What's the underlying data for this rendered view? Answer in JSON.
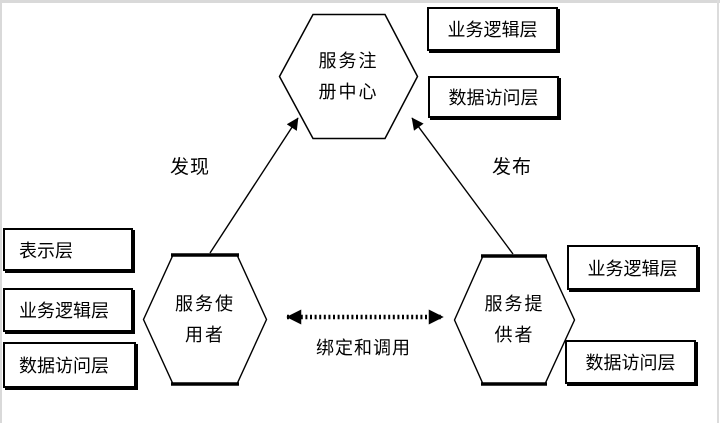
{
  "diagram": {
    "type": "soa-triangle-diagram",
    "nodes": [
      {
        "id": "service-registry",
        "label_lines": [
          "服务注",
          "册中心"
        ]
      },
      {
        "id": "service-consumer",
        "label_lines": [
          "服务使",
          "用者"
        ]
      },
      {
        "id": "service-provider",
        "label_lines": [
          "服务提",
          "供者"
        ]
      }
    ],
    "edges": [
      {
        "id": "discover",
        "label": "发现",
        "from": "service-consumer",
        "to": "service-registry",
        "line_style": "solid",
        "arrows": "single"
      },
      {
        "id": "publish",
        "label": "发布",
        "from": "service-provider",
        "to": "service-registry",
        "line_style": "solid",
        "arrows": "single"
      },
      {
        "id": "bind-invoke",
        "label": "绑定和调用",
        "from": "service-consumer",
        "to": "service-provider",
        "line_style": "dotted-bold",
        "arrows": "double"
      }
    ],
    "layer_boxes": {
      "registry_layers": [
        "业务逻辑层",
        "数据访问层"
      ],
      "consumer_layers": [
        "表示层",
        "业务逻辑层",
        "数据访问层"
      ],
      "provider_layers": [
        "业务逻辑层",
        "数据访问层"
      ]
    },
    "colors": {
      "line": "#000000",
      "shape_fill": "#ffffff",
      "page_border": "#d9d9d9"
    }
  }
}
